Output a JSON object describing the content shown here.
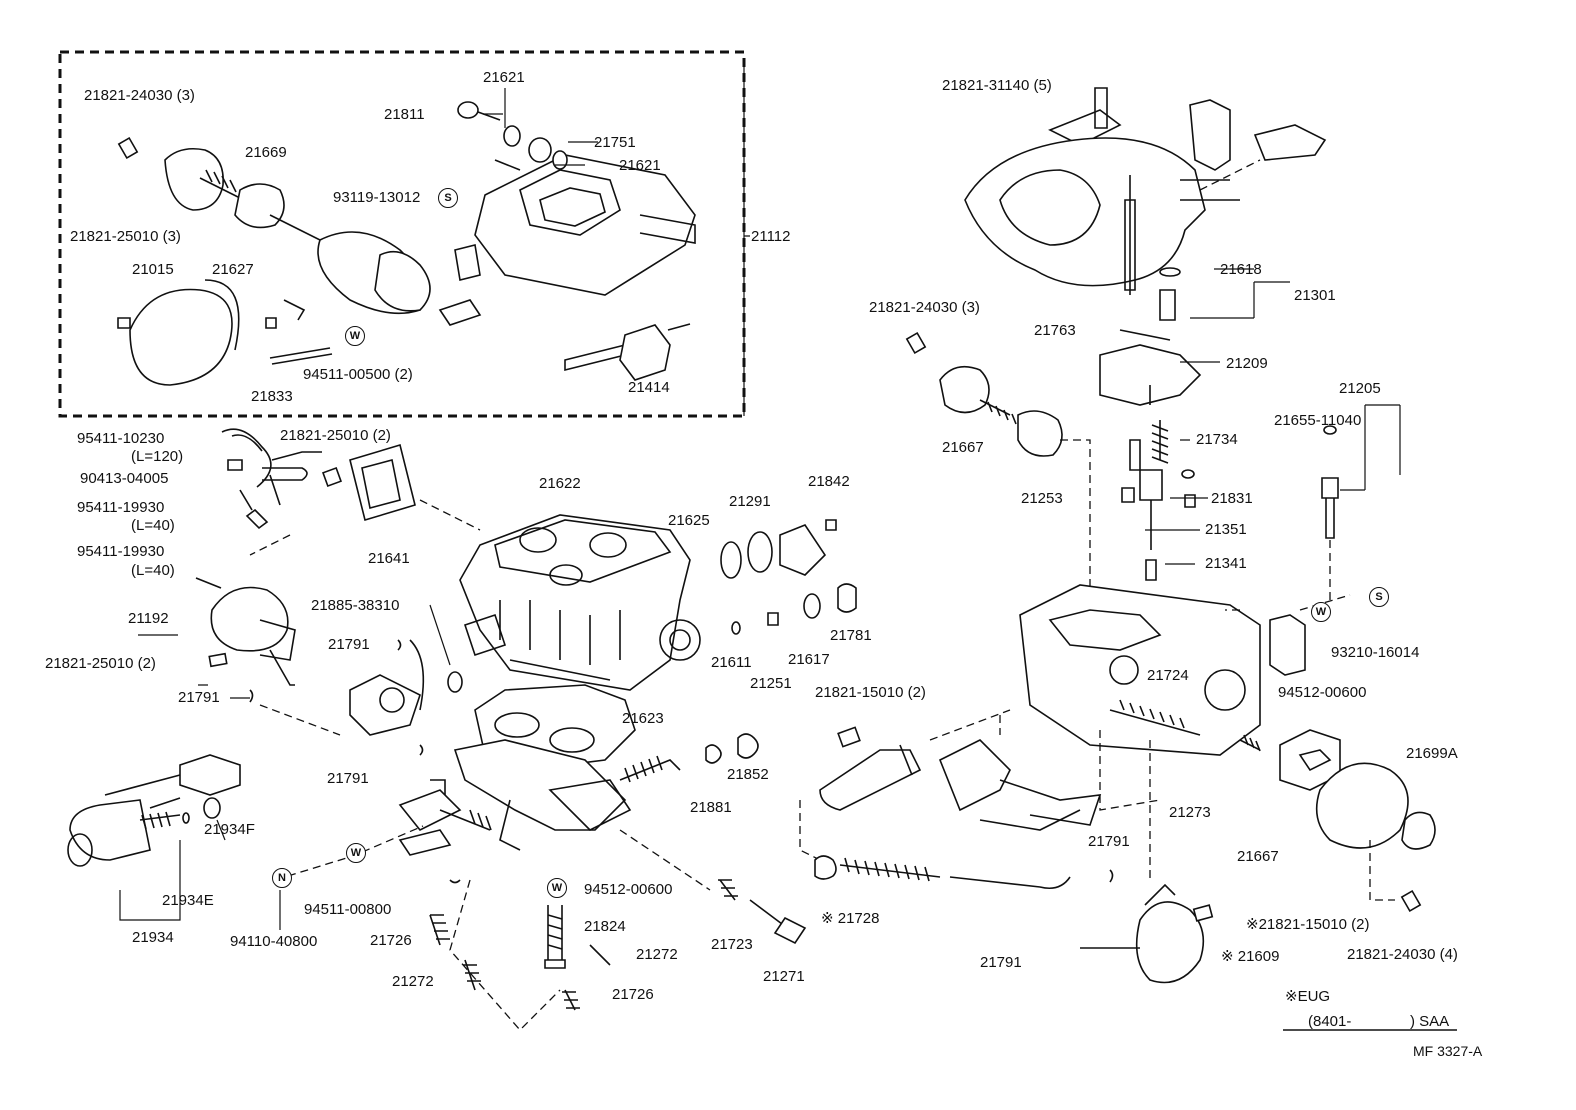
{
  "labels": {
    "p21821_24030_3a": "21821-24030 (3)",
    "p21621a": "21621",
    "p21811": "21811",
    "p21751": "21751",
    "p21621b": "21621",
    "p21669": "21669",
    "p93119_13012": "93119-13012",
    "p21821_25010_3": "21821-25010 (3)",
    "p21112": "21112",
    "p21015": "21015",
    "p21627": "21627",
    "p94511_00500_2": "94511-00500 (2)",
    "p21833": "21833",
    "p21414": "21414",
    "p21821_31140_5": "21821-31140 (5)",
    "p21618": "21618",
    "p21301": "21301",
    "p21821_24030_3b": "21821-24030 (3)",
    "p21763": "21763",
    "p21209": "21209",
    "p21205": "21205",
    "p21734": "21734",
    "p21667a": "21667",
    "p21655_11040": "21655-11040",
    "p21253": "21253",
    "p21831": "21831",
    "p21351": "21351",
    "p21341": "21341",
    "p95411_10230": "95411-10230",
    "pL120": "(L=120)",
    "p90413_04005": "90413-04005",
    "p95411_19930a": "95411-19930",
    "pL40a": "(L=40)",
    "p95411_19930b": "95411-19930",
    "pL40b": "(L=40)",
    "p21821_25010_2a": "21821-25010 (2)",
    "p21641": "21641",
    "p21622": "21622",
    "p21625": "21625",
    "p21291": "21291",
    "p21842": "21842",
    "p21192": "21192",
    "p21821_25010_2b": "21821-25010 (2)",
    "p21885_38310": "21885-38310",
    "p21791a": "21791",
    "p21791b": "21791",
    "p21791c": "21791",
    "p21611": "21611",
    "p21251": "21251",
    "p21617": "21617",
    "p21781": "21781",
    "p93210_16014": "93210-16014",
    "p94512_00600a": "94512-00600",
    "p21623": "21623",
    "p21821_15010_2a": "21821-15010 (2)",
    "p21724": "21724",
    "p21699A": "21699A",
    "p21852": "21852",
    "p21881": "21881",
    "p21273": "21273",
    "p21667b": "21667",
    "p21934F": "21934F",
    "p21934E": "21934E",
    "p21934": "21934",
    "p94511_00800": "94511-00800",
    "p94110_40800": "94110-40800",
    "p94512_00600b": "94512-00600",
    "p21824": "21824",
    "p21726a": "21726",
    "p21272a": "21272",
    "p21272b": "21272",
    "p21726b": "21726",
    "p21723": "21723",
    "p21271": "21271",
    "p21728": "※ 21728",
    "p21791d": "21791",
    "p21791e": "21791",
    "p21821_15010_2b": "※21821-15010 (2)",
    "p21821_24030_4": "21821-24030 (4)",
    "p21609": "※ 21609",
    "note_eug": "※EUG",
    "note_range_start": "(8401-",
    "note_range_end": ") SAA",
    "fig_code": "MF 3327-A"
  },
  "markers": {
    "s1": "S",
    "s2": "S",
    "w1": "W",
    "w2": "W",
    "w3": "W",
    "w4": "W",
    "n1": "N"
  }
}
